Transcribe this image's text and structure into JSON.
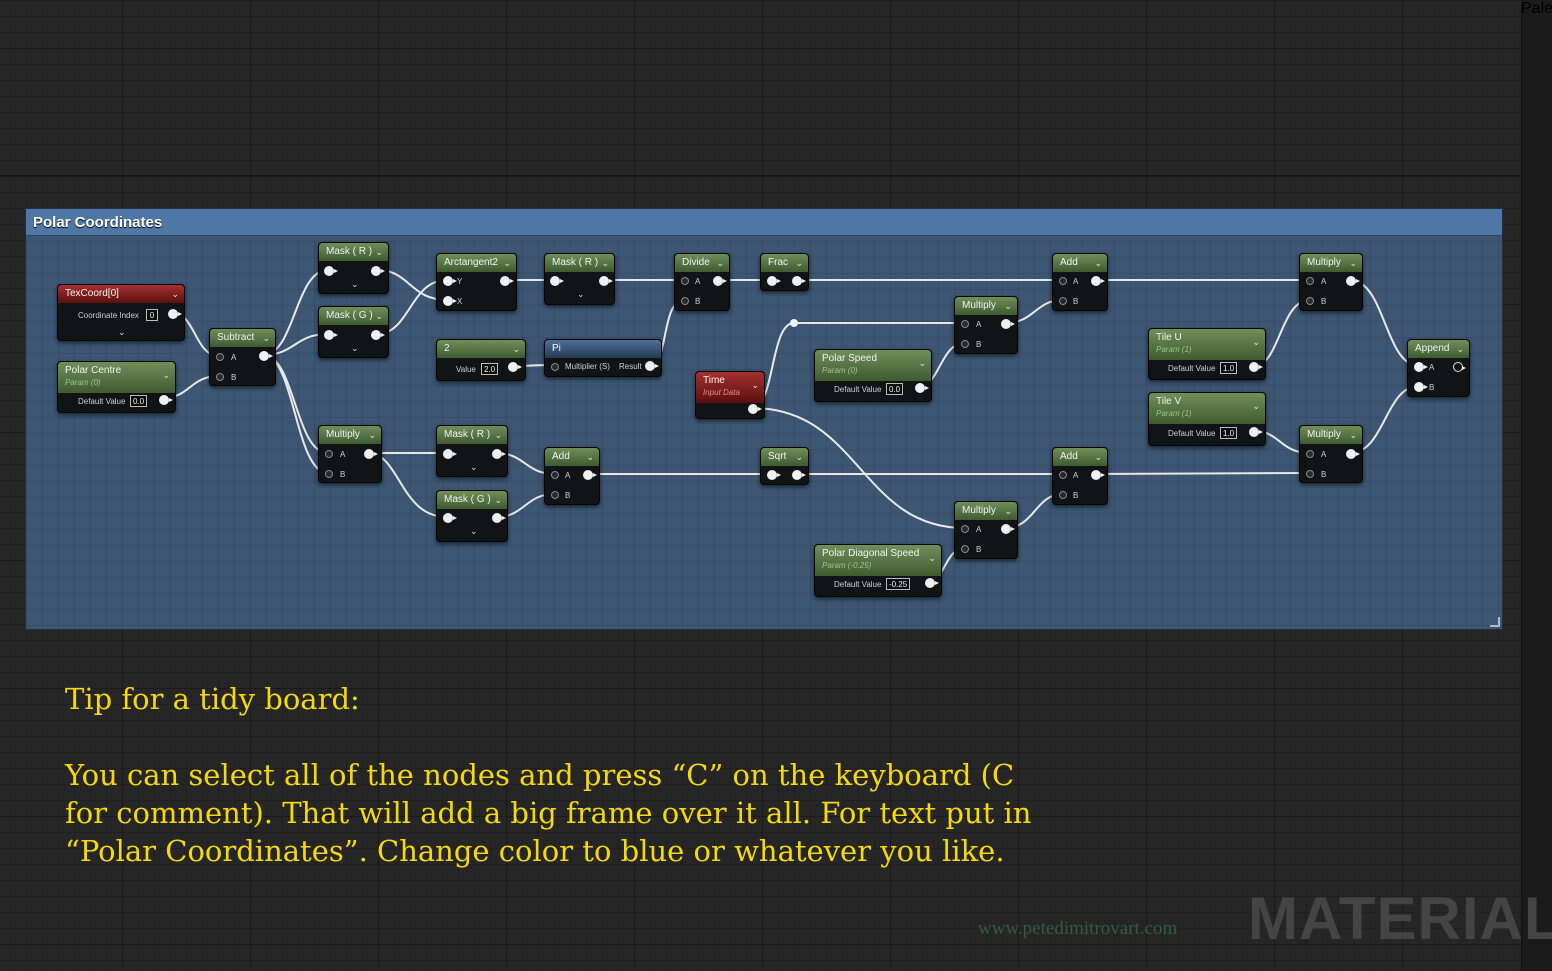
{
  "side_panel_tab": "Pale",
  "comment": {
    "title": "Polar Coordinates"
  },
  "nodes": {
    "texcoord": {
      "title": "TexCoord[0]",
      "pin_label": "Coordinate Index",
      "value": "0"
    },
    "polar_centre": {
      "title": "Polar Centre",
      "sub": "Param (0)",
      "pin_label": "Default Value",
      "value": "0.0"
    },
    "subtract": {
      "title": "Subtract",
      "a": "A",
      "b": "B"
    },
    "mask_r1": {
      "title": "Mask ( R )"
    },
    "mask_g1": {
      "title": "Mask ( G )"
    },
    "arctangent2": {
      "title": "Arctangent2",
      "y": "Y",
      "x": "X"
    },
    "mask_r2": {
      "title": "Mask ( R )"
    },
    "const2": {
      "title": "2",
      "pin_label": "Value",
      "value": "2.0"
    },
    "pi": {
      "title": "Pi",
      "pin_label": "Multiplier (S)",
      "result": "Result"
    },
    "divide": {
      "title": "Divide",
      "a": "A",
      "b": "B"
    },
    "frac": {
      "title": "Frac"
    },
    "time": {
      "title": "Time",
      "sub": "Input Data"
    },
    "polar_speed": {
      "title": "Polar Speed",
      "sub": "Param (0)",
      "pin_label": "Default Value",
      "value": "0.0"
    },
    "multiply_top": {
      "title": "Multiply",
      "a": "A",
      "b": "B"
    },
    "add_top": {
      "title": "Add",
      "a": "A",
      "b": "B"
    },
    "tile_u": {
      "title": "Tile U",
      "sub": "Param (1)",
      "pin_label": "Default Value",
      "value": "1.0"
    },
    "tile_v": {
      "title": "Tile V",
      "sub": "Param (1)",
      "pin_label": "Default Value",
      "value": "1.0"
    },
    "multiply_u": {
      "title": "Multiply",
      "a": "A",
      "b": "B"
    },
    "multiply_v": {
      "title": "Multiply",
      "a": "A",
      "b": "B"
    },
    "append": {
      "title": "Append",
      "a": "A",
      "b": "B"
    },
    "multiply_left": {
      "title": "Multiply",
      "a": "A",
      "b": "B"
    },
    "mask_r3": {
      "title": "Mask ( R )"
    },
    "mask_g3": {
      "title": "Mask ( G )"
    },
    "add_left": {
      "title": "Add",
      "a": "A",
      "b": "B"
    },
    "sqrt": {
      "title": "Sqrt"
    },
    "add_bottom": {
      "title": "Add",
      "a": "A",
      "b": "B"
    },
    "multiply_bottom": {
      "title": "Multiply",
      "a": "A",
      "b": "B"
    },
    "polar_diag": {
      "title": "Polar Diagonal Speed",
      "sub": "Param (-0.25)",
      "pin_label": "Default Value",
      "value": "-0.25"
    }
  },
  "tip": {
    "heading": "Tip for a tidy board:",
    "line1": "You can select all of the nodes and press “C” on the keyboard (C",
    "line2": "for comment). That will add a big frame over it all. For text put in",
    "line3": "“Polar Coordinates”. Change color to blue or whatever you like."
  },
  "watermark": {
    "url": "www.petedimitrovart.com",
    "label": "MATERIAL"
  }
}
